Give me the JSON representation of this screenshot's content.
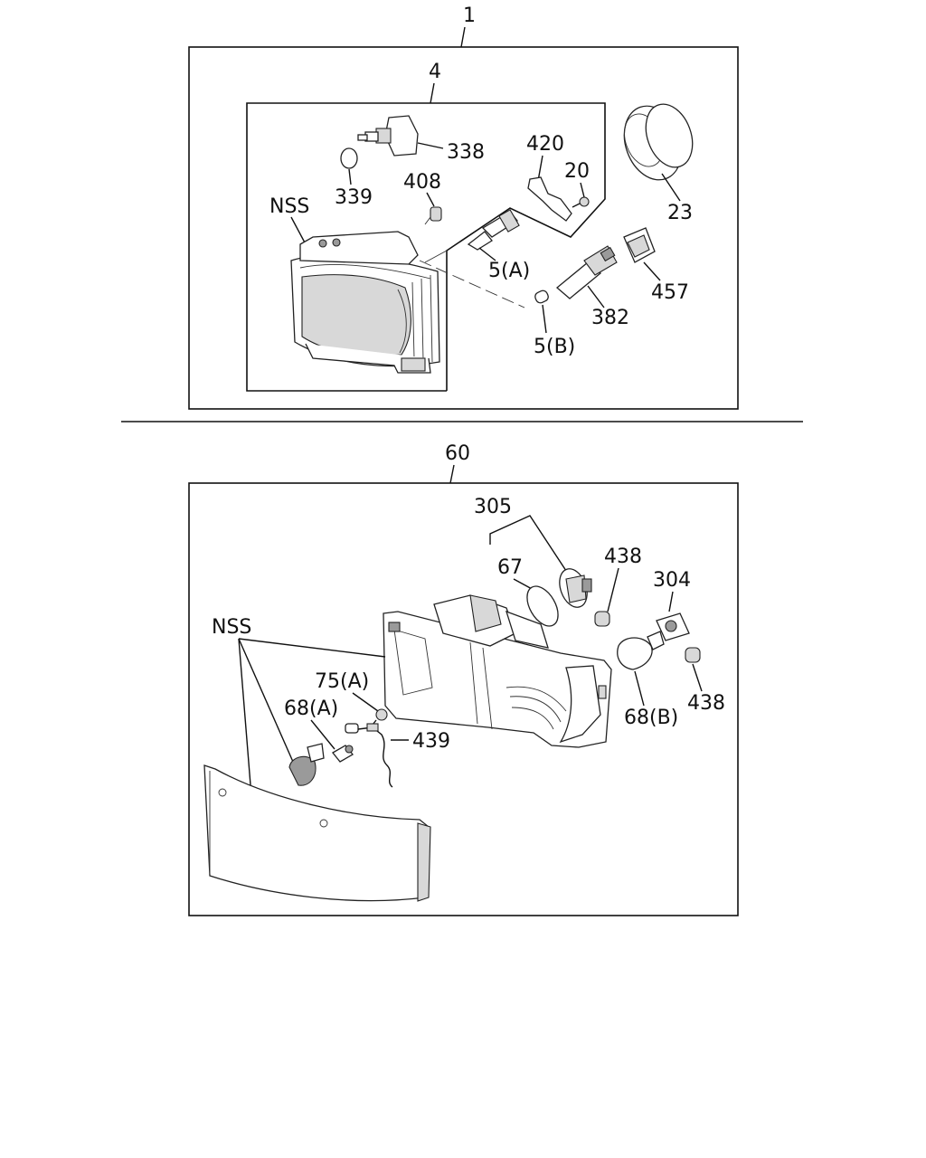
{
  "assembly_upper": {
    "assembly_label": "1",
    "sub_assembly_label": "4",
    "parts": {
      "p338": "338",
      "p339": "339",
      "p408": "408",
      "p420": "420",
      "p20": "20",
      "p23": "23",
      "nss": "NSS",
      "p5a": "5(A)",
      "p5b": "5(B)",
      "p382": "382",
      "p457": "457"
    }
  },
  "assembly_lower": {
    "assembly_label": "60",
    "parts": {
      "p305": "305",
      "p67": "67",
      "p438a": "438",
      "p304": "304",
      "nss": "NSS",
      "p75a": "75(A)",
      "p68a": "68(A)",
      "p439": "439",
      "p68b": "68(B)",
      "p438b": "438"
    }
  }
}
